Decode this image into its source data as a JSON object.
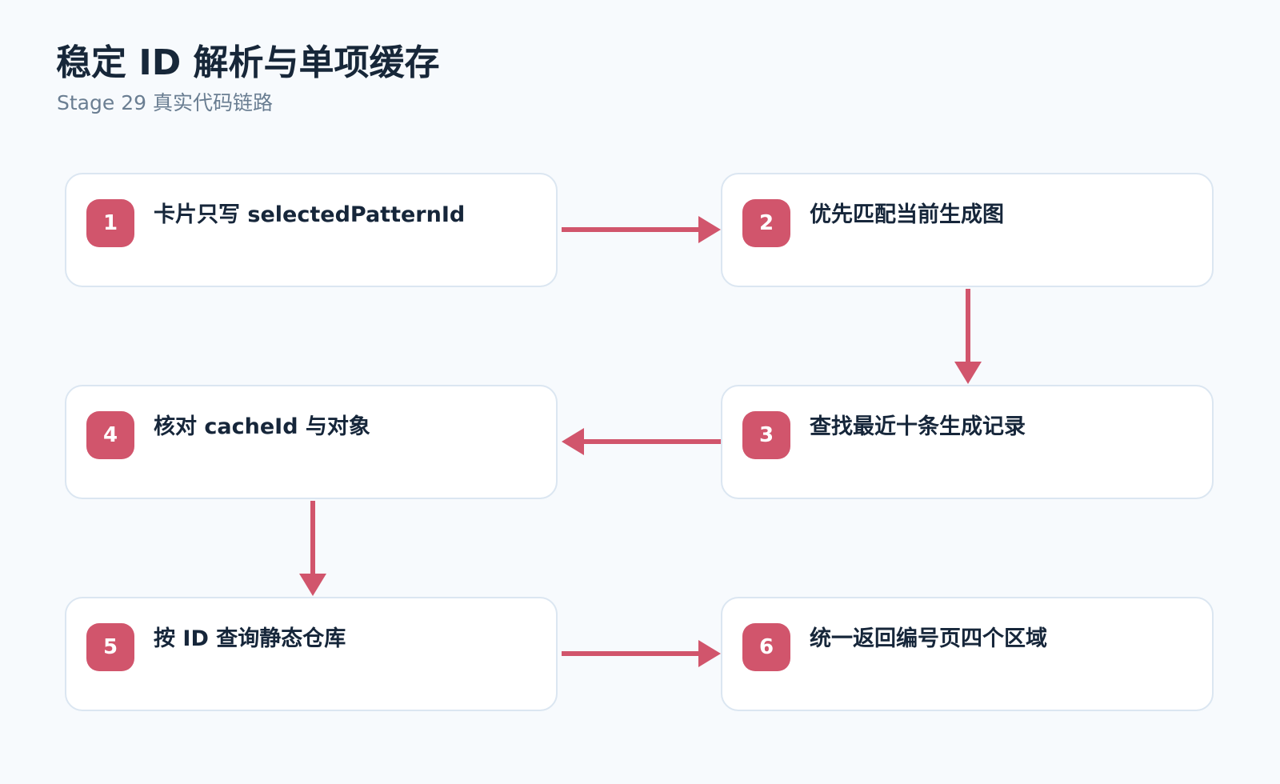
{
  "header": {
    "title": "稳定 ID 解析与单项缓存",
    "subtitle": "Stage 29 真实代码链路"
  },
  "colors": {
    "accent": "#d1556c",
    "card_border": "#dbe6f1",
    "background": "#f7fafd",
    "title_text": "#172739",
    "subtitle_text": "#6a7e92"
  },
  "steps": [
    {
      "number": "1",
      "label": "卡片只写 selectedPatternId"
    },
    {
      "number": "2",
      "label": "优先匹配当前生成图"
    },
    {
      "number": "3",
      "label": "查找最近十条生成记录"
    },
    {
      "number": "4",
      "label": "核对 cacheId 与对象"
    },
    {
      "number": "5",
      "label": "按 ID 查询静态仓库"
    },
    {
      "number": "6",
      "label": "统一返回编号页四个区域"
    }
  ]
}
